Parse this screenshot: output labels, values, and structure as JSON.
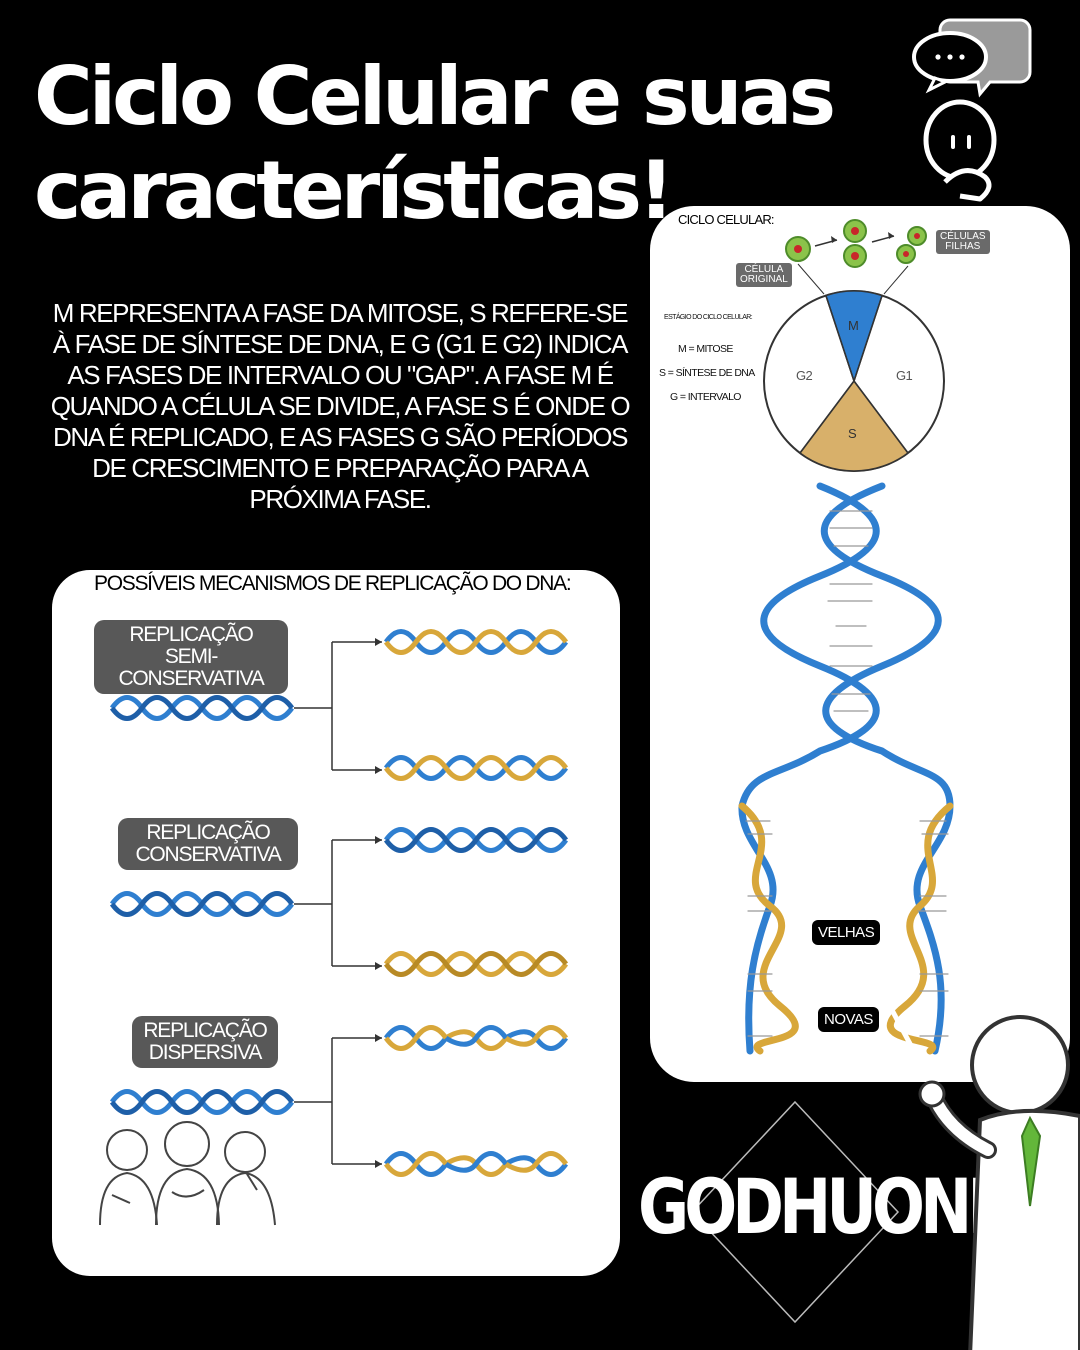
{
  "title_line1": "Ciclo Celular e suas",
  "title_line2": "características!",
  "intro": "M representa a fase da mitose, S refere-se à fase de síntese de DNA, e G (G1 e G2) indica as fases de intervalo ou \"gap\". A fase M é quando a célula se divide, a fase S é onde o DNA é replicado, e as fases G são períodos de crescimento e preparação para a próxima fase.",
  "replication": {
    "title": "POSSÍVEIS MECANISMOS DE REPLICAÇÃO DO DNA:",
    "semi_line1": "REPLICAÇÃO SEMI-",
    "semi_line2": "CONSERVATIVA",
    "cons_line1": "REPLICAÇÃO",
    "cons_line2": "CONSERVATIVA",
    "disp_line1": "REPLICAÇÃO",
    "disp_line2": "DISPERSIVA"
  },
  "cycle": {
    "title": "CICLO CELULAR:",
    "original_line1": "CÉLULA",
    "original_line2": "ORIGINAL",
    "daughters_line1": "CÉLULAS",
    "daughters_line2": "FILHAS",
    "stage_title": "ESTÁGIO DO CICLO CELULAR:",
    "legend_m": "M = MITOSE",
    "legend_s": "S = SÍNTESE DE DNA",
    "legend_g": "G = INTERVALO",
    "m": "M",
    "s": "S",
    "g1": "G1",
    "g2": "G2"
  },
  "dna": {
    "old": "VELHAS",
    "new": "NOVAS"
  },
  "brand": "GODHUOND",
  "colors": {
    "blue": "#2f7fd0",
    "gold": "#d8a73a",
    "green": "#63b73a",
    "red": "#c8262a",
    "tag_gray": "#585858"
  },
  "icons": [
    "speech-bubbles-icon",
    "thinking-person-icon",
    "group-people-icon",
    "teacher-pointer-icon"
  ]
}
